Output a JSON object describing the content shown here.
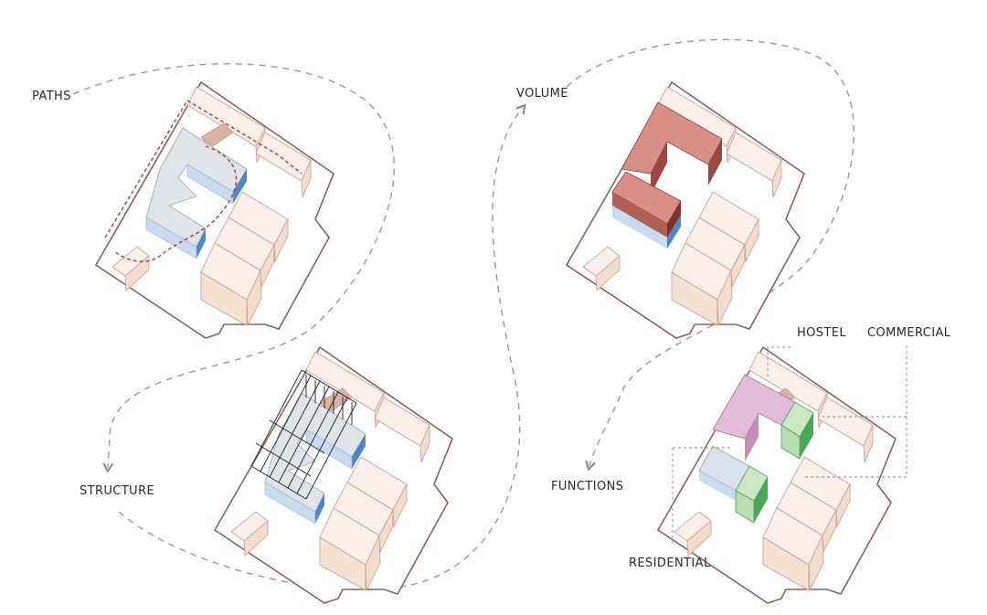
{
  "labels": {
    "paths": "PATHS",
    "volume": "VOLUME",
    "structure": "STRUCTURE",
    "functions": "FUNCTIONS",
    "hostel": "HOSTEL",
    "commercial": "COMMERCIAL",
    "residential": "RESIDENTIAL"
  },
  "colors": {
    "site_outline": "#8f6157",
    "neighbor_fill": "#fbefe9",
    "neighbor_side": "#f3dccb",
    "courtyard_top": "#dfe4e9",
    "courtyard_side": "#c9dcef",
    "courtyard_edge": "#3f7ec6",
    "path_dash": "#b23b3b",
    "volume_top": "#d98e86",
    "volume_side": "#9a4a42",
    "structure_line": "#222222",
    "hostel": "#e2bcd9",
    "commercial": "#cbe8c5",
    "commercial_edge": "#4aa65a",
    "residential": "#d9e1ea",
    "guide_line": "#888888"
  }
}
